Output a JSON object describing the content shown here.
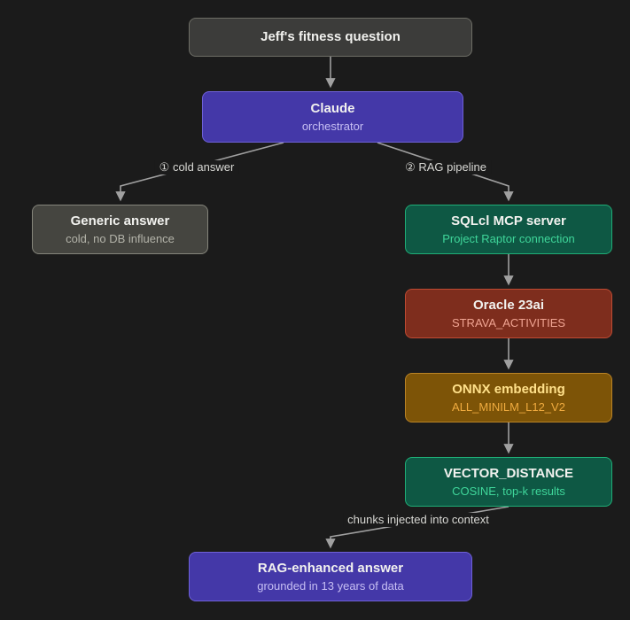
{
  "diagram": {
    "type": "flowchart",
    "theme": "dark",
    "palette": {
      "background": "#1b1b1b",
      "arrow": "#a0a0a0",
      "neutral_node": "#3c3c3a",
      "purple_node": "#4438a8",
      "teal_node": "#0e5844",
      "red_node": "#7e2d1d",
      "amber_node": "#7d5407"
    }
  },
  "nodes": {
    "question": {
      "title": "Jeff's fitness question"
    },
    "claude": {
      "title": "Claude",
      "subtitle": "orchestrator"
    },
    "generic": {
      "title": "Generic answer",
      "subtitle": "cold, no DB influence"
    },
    "sqlcl": {
      "title": "SQLcl MCP server",
      "subtitle": "Project Raptor connection"
    },
    "oracle": {
      "title": "Oracle 23ai",
      "subtitle": "STRAVA_ACTIVITIES"
    },
    "onnx": {
      "title": "ONNX embedding",
      "subtitle": "ALL_MINILM_L12_V2"
    },
    "vector": {
      "title": "VECTOR_DISTANCE",
      "subtitle": "COSINE, top-k results"
    },
    "rag_answer": {
      "title": "RAG-enhanced answer",
      "subtitle": "grounded in 13 years of data"
    }
  },
  "edge_labels": {
    "cold": "① cold answer",
    "pipeline": "② RAG pipeline",
    "chunks": "chunks injected into context"
  },
  "edges": [
    {
      "from": "question",
      "to": "claude"
    },
    {
      "from": "claude",
      "to": "generic",
      "label": "① cold answer"
    },
    {
      "from": "claude",
      "to": "sqlcl",
      "label": "② RAG pipeline"
    },
    {
      "from": "sqlcl",
      "to": "oracle"
    },
    {
      "from": "oracle",
      "to": "onnx"
    },
    {
      "from": "onnx",
      "to": "vector"
    },
    {
      "from": "vector",
      "to": "rag_answer",
      "label": "chunks injected into context"
    }
  ]
}
